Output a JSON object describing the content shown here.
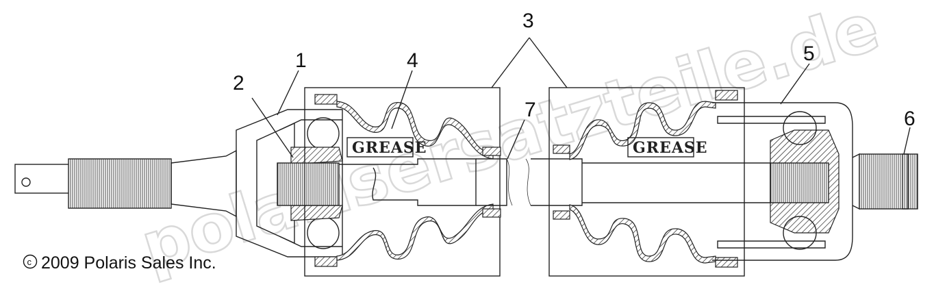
{
  "copyright": "2009 Polaris Sales Inc.",
  "copyright_symbol": "c",
  "watermark": "polarisersatzteile.de",
  "grease_labels": [
    "GREASE",
    "GREASE"
  ],
  "callouts": [
    "1",
    "2",
    "3",
    "4",
    "5",
    "6",
    "7"
  ],
  "colors": {
    "line": "#222222",
    "watermark": "#d9d9d9",
    "background": "#ffffff"
  }
}
